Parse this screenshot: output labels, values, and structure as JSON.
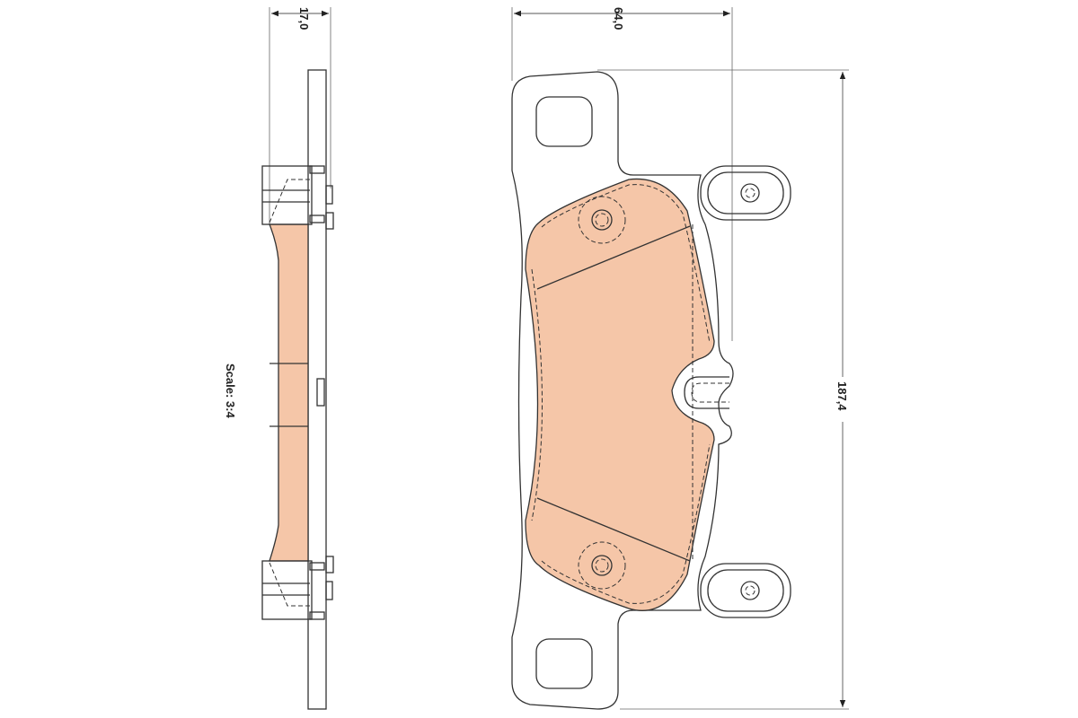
{
  "drawing": {
    "dimensions": {
      "thickness": "17,0",
      "width": "64,0",
      "height": "187,4"
    },
    "scale_label": "Scale: 3:4",
    "colors": {
      "friction_material": "#f5c6a8",
      "lines": "#333333"
    }
  }
}
